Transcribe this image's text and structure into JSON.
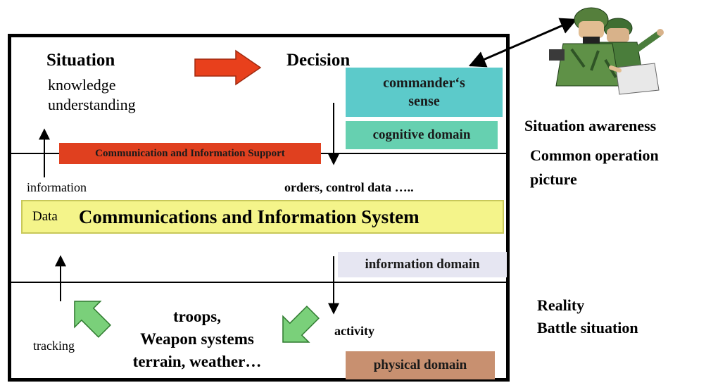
{
  "top": {
    "situation_title": "Situation",
    "situation_line1": "knowledge",
    "situation_line2": "understanding",
    "decision_title": "Decision"
  },
  "boxes": {
    "commander_line1": "commander‘s",
    "commander_line2": "sense",
    "cognitive": "cognitive domain",
    "support": "Communication and Information Support",
    "information_domain": "information domain",
    "physical_domain": "physical domain"
  },
  "flow": {
    "information": "information",
    "orders": "orders, control data …..",
    "tracking": "tracking",
    "activity": "activity"
  },
  "cis": {
    "data_label": "Data",
    "title": "Communications and Information System"
  },
  "center": {
    "line1": "troops,",
    "line2": "Weapon systems",
    "line3": "terrain, weather…"
  },
  "side": {
    "awareness": "Situation awareness",
    "common_line1": "Common operation",
    "common_line2": "picture",
    "reality_line1": "Reality",
    "reality_line2": "Battle situation"
  },
  "colors": {
    "commander": "#5ccaca",
    "cognitive": "#66d0b0",
    "support": "#e0401f",
    "cis": "#f4f48a",
    "information_domain": "#e6e6f2",
    "physical_domain": "#c89070",
    "red_arrow": "#e8401c",
    "green_arrow": "#7ad07a"
  },
  "icons": {
    "soldiers": "soldiers-illustration-icon"
  }
}
